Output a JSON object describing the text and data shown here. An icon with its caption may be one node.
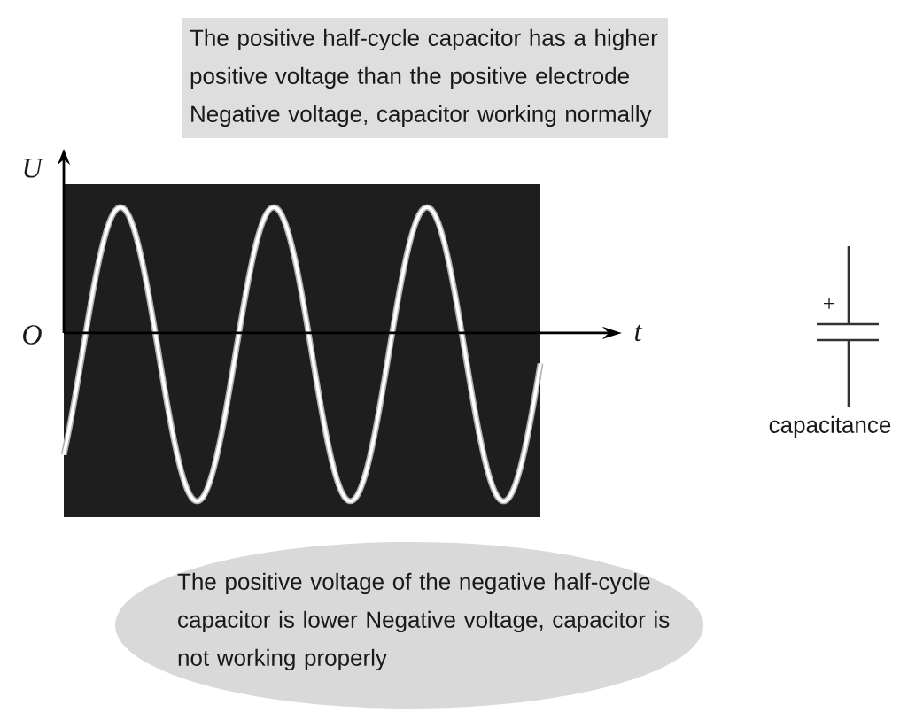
{
  "diagram": {
    "nodes": [
      {
        "text": [
          "The positive half-cycle capacitor has a higher positive voltage than the positive electrode Negative voltage, capacitor working normally"
        ]
      },
      {
        "text": [
          "The positive voltage of the negative half-cycle capacitor is lower Negative voltage, capacitor is not working properly"
        ]
      }
    ],
    "labels": [
      "U",
      "O",
      "t",
      "+",
      "capacitance"
    ]
  }
}
